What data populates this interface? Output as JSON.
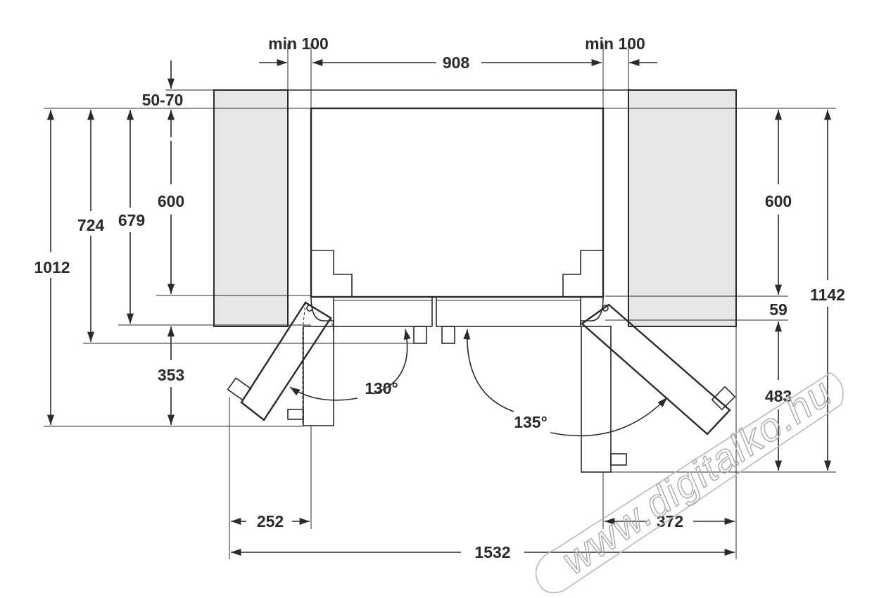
{
  "labels": {
    "min_left": "min 100",
    "min_right": "min 100",
    "width_inner": "908",
    "gap_top": "50-70",
    "depth_left_600": "600",
    "depth_679": "679",
    "depth_724": "724",
    "depth_1012": "1012",
    "depth_353": "353",
    "angle_left": "130°",
    "angle_right": "135°",
    "depth_right_600": "600",
    "depth_59": "59",
    "depth_483": "483",
    "depth_1142": "1142",
    "width_252": "252",
    "width_372": "372",
    "width_1532": "1532"
  },
  "watermark": {
    "text": "www.digitalko.hu"
  },
  "colors": {
    "line": "#2a2a2a",
    "cabinet_fill": "#e6e6e6",
    "watermark": "#a9a9a9"
  }
}
